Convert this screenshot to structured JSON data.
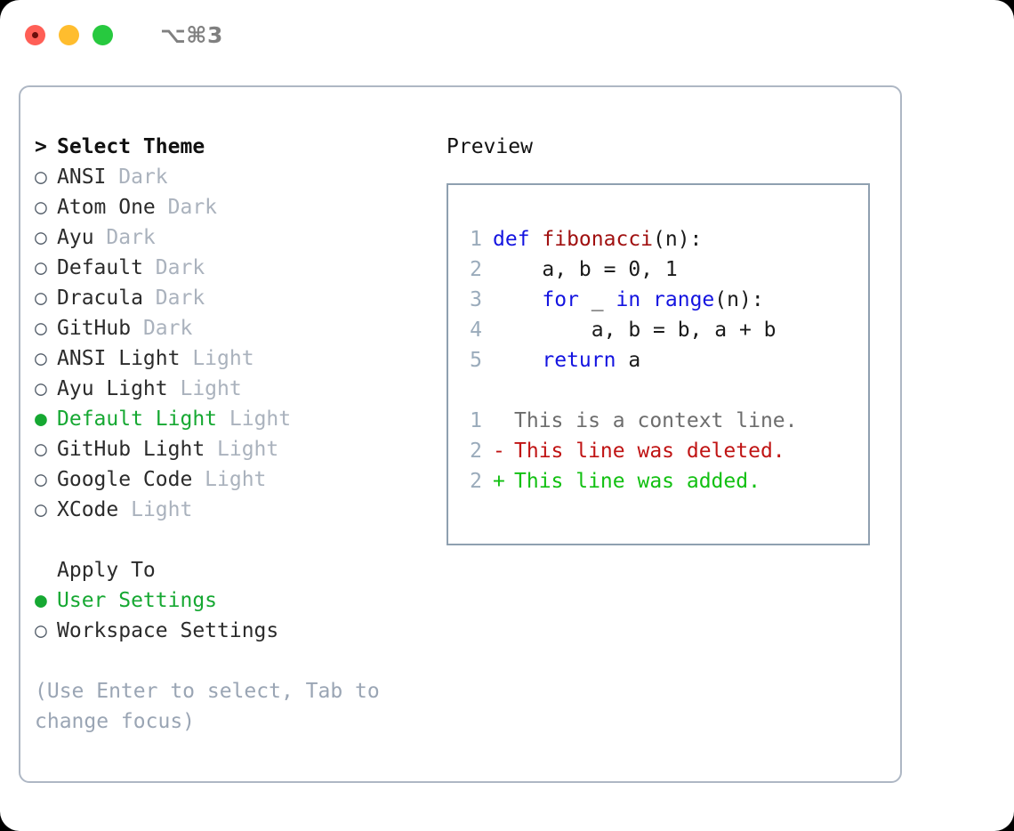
{
  "window": {
    "shortcut": "⌥⌘3",
    "traffic_lights": [
      "close-red",
      "minimize-yellow",
      "maximize-green"
    ],
    "colors": {
      "red": "#ff5f56",
      "yellow": "#ffbd2e",
      "green": "#27c93f",
      "selected_green": "#16a832",
      "muted": "#aab2bd",
      "hint": "#9aa5b4",
      "panel_border": "#aeb7c4",
      "preview_border": "#8fa0b0",
      "keyword_blue": "#1414e0",
      "function_red": "#a01010",
      "diff_add": "#12c012",
      "diff_del": "#c01414",
      "line_number": "#9aabbb"
    }
  },
  "theme_picker": {
    "heading_marker": ">",
    "heading": "Select Theme",
    "marker_unselected": "○",
    "marker_selected": "●",
    "items": [
      {
        "marker": "○",
        "name": "ANSI",
        "category": "Dark",
        "selected": false
      },
      {
        "marker": "○",
        "name": "Atom One",
        "category": "Dark",
        "selected": false
      },
      {
        "marker": "○",
        "name": "Ayu",
        "category": "Dark",
        "selected": false
      },
      {
        "marker": "○",
        "name": "Default",
        "category": "Dark",
        "selected": false
      },
      {
        "marker": "○",
        "name": "Dracula",
        "category": "Dark",
        "selected": false
      },
      {
        "marker": "○",
        "name": "GitHub",
        "category": "Dark",
        "selected": false
      },
      {
        "marker": "○",
        "name": "ANSI Light",
        "category": "Light",
        "selected": false
      },
      {
        "marker": "○",
        "name": "Ayu Light",
        "category": "Light",
        "selected": false
      },
      {
        "marker": "●",
        "name": "Default Light",
        "category": "Light",
        "selected": true
      },
      {
        "marker": "○",
        "name": "GitHub Light",
        "category": "Light",
        "selected": false
      },
      {
        "marker": "○",
        "name": "Google Code",
        "category": "Light",
        "selected": false
      },
      {
        "marker": "○",
        "name": "XCode",
        "category": "Light",
        "selected": false
      }
    ]
  },
  "apply_to": {
    "label": "Apply To",
    "options": [
      {
        "marker": "●",
        "name": "User Settings",
        "selected": true
      },
      {
        "marker": "○",
        "name": "Workspace Settings",
        "selected": false
      }
    ]
  },
  "hint": "(Use Enter to select, Tab to change focus)",
  "preview": {
    "title": "Preview",
    "code_lines": [
      {
        "number": "1",
        "tokens": [
          {
            "text": "def ",
            "kind": "keyword"
          },
          {
            "text": "fibonacci",
            "kind": "function"
          },
          {
            "text": "(n):",
            "kind": "plain"
          }
        ]
      },
      {
        "number": "2",
        "tokens": [
          {
            "text": "    a, b = 0, 1",
            "kind": "plain"
          }
        ]
      },
      {
        "number": "3",
        "tokens": [
          {
            "text": "    ",
            "kind": "plain"
          },
          {
            "text": "for",
            "kind": "keyword"
          },
          {
            "text": " _ ",
            "kind": "plain"
          },
          {
            "text": "in",
            "kind": "keyword"
          },
          {
            "text": " ",
            "kind": "plain"
          },
          {
            "text": "range",
            "kind": "keyword"
          },
          {
            "text": "(n):",
            "kind": "plain"
          }
        ]
      },
      {
        "number": "4",
        "tokens": [
          {
            "text": "        a, b = b, a + b",
            "kind": "plain"
          }
        ]
      },
      {
        "number": "5",
        "tokens": [
          {
            "text": "    ",
            "kind": "plain"
          },
          {
            "text": "return",
            "kind": "keyword"
          },
          {
            "text": " a",
            "kind": "plain"
          }
        ]
      }
    ],
    "diff_lines": [
      {
        "number": "1",
        "sign": " ",
        "text": "This is a context line.",
        "kind": "context"
      },
      {
        "number": "2",
        "sign": "-",
        "text": "This line was deleted.",
        "kind": "deleted"
      },
      {
        "number": "2",
        "sign": "+",
        "text": "This line was added.",
        "kind": "added"
      }
    ]
  }
}
